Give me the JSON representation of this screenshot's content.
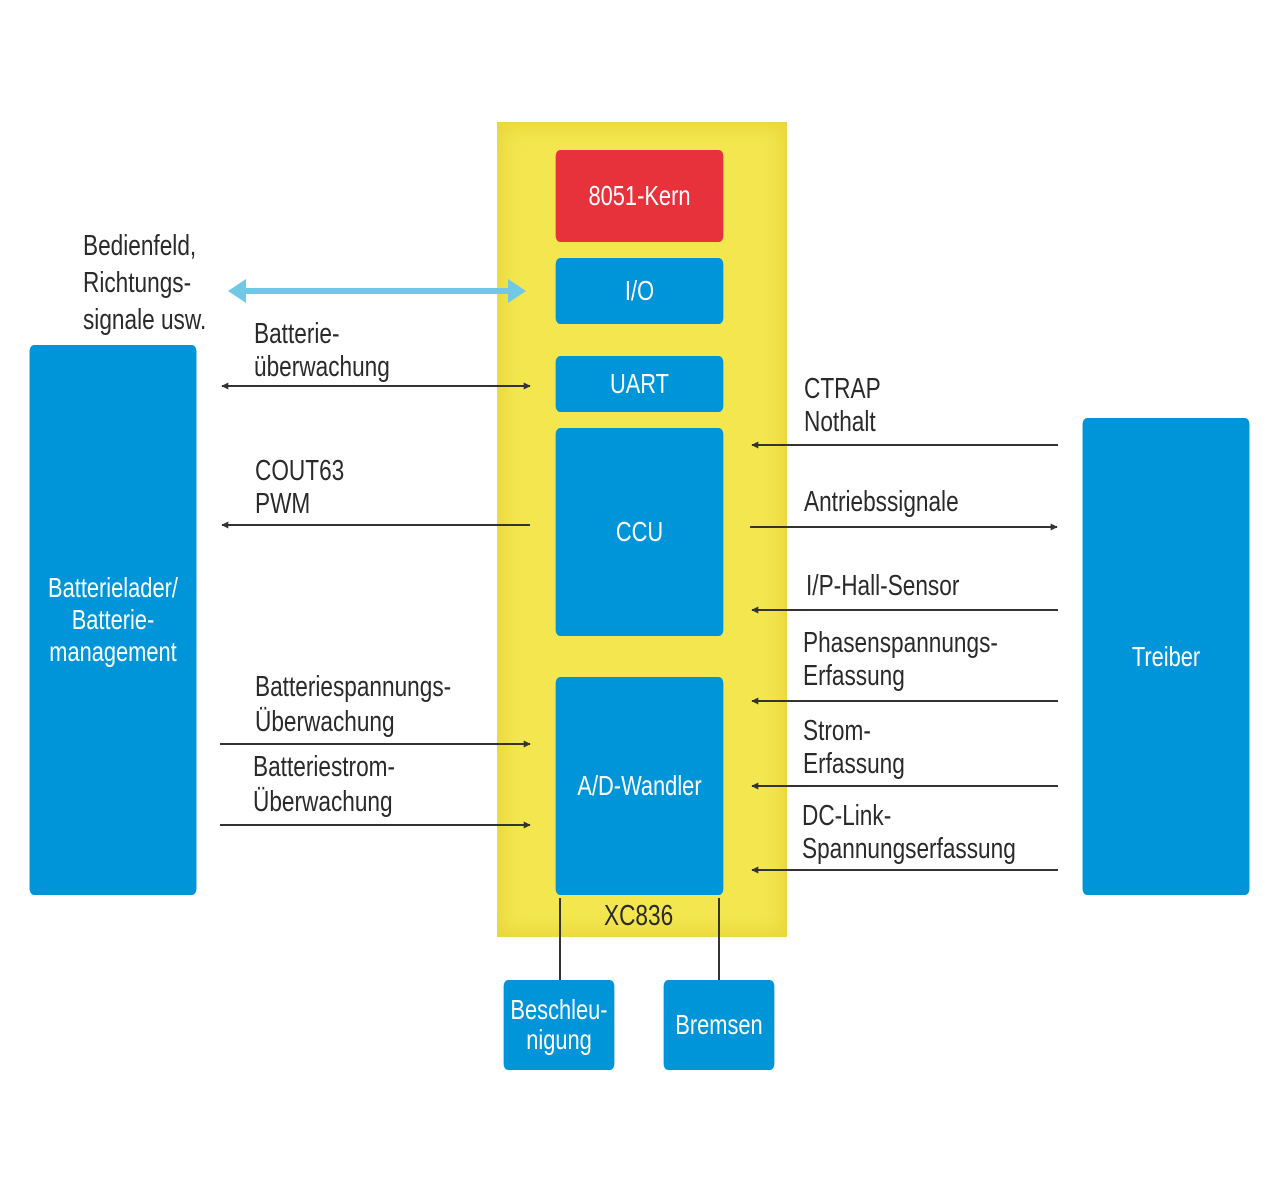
{
  "blocks": {
    "core": "8051-Kern",
    "io": "I/O",
    "uart": "UART",
    "ccu": "CCU",
    "adc": "A/D-Wandler",
    "chip_label": "XC836",
    "battery": "Batterielader/\nBatterie-\nmanagement",
    "driver": "Treiber",
    "accel": "Beschleu-\nnigung",
    "brake": "Bremsen"
  },
  "labels": {
    "panel": "Bedienfeld,\nRichtungs-\nsignale usw.",
    "battery_monitor": "Batterie-\nüberwachung",
    "cout63_pwm": "COUT63\nPWM",
    "battery_voltage": "Batteriespannungs-\nÜberwachung",
    "battery_current": "Batteriestrom-\nÜberwachung",
    "ctrap": "CTRAP\nNothalt",
    "drive_signals": "Antriebssignale",
    "hall_sensor": "I/P-Hall-Sensor",
    "phase_voltage": "Phasenspannungs-\nErfassung",
    "current_sense": "Strom-\nErfassung",
    "dc_link": "DC-Link-\nSpannungserfassung"
  },
  "colors": {
    "chip_yellow": "#f3e64f",
    "block_blue": "#0095d9",
    "core_red": "#e8323b",
    "arrow_cyan": "#6fc8e6",
    "wire_dark": "#333333"
  }
}
